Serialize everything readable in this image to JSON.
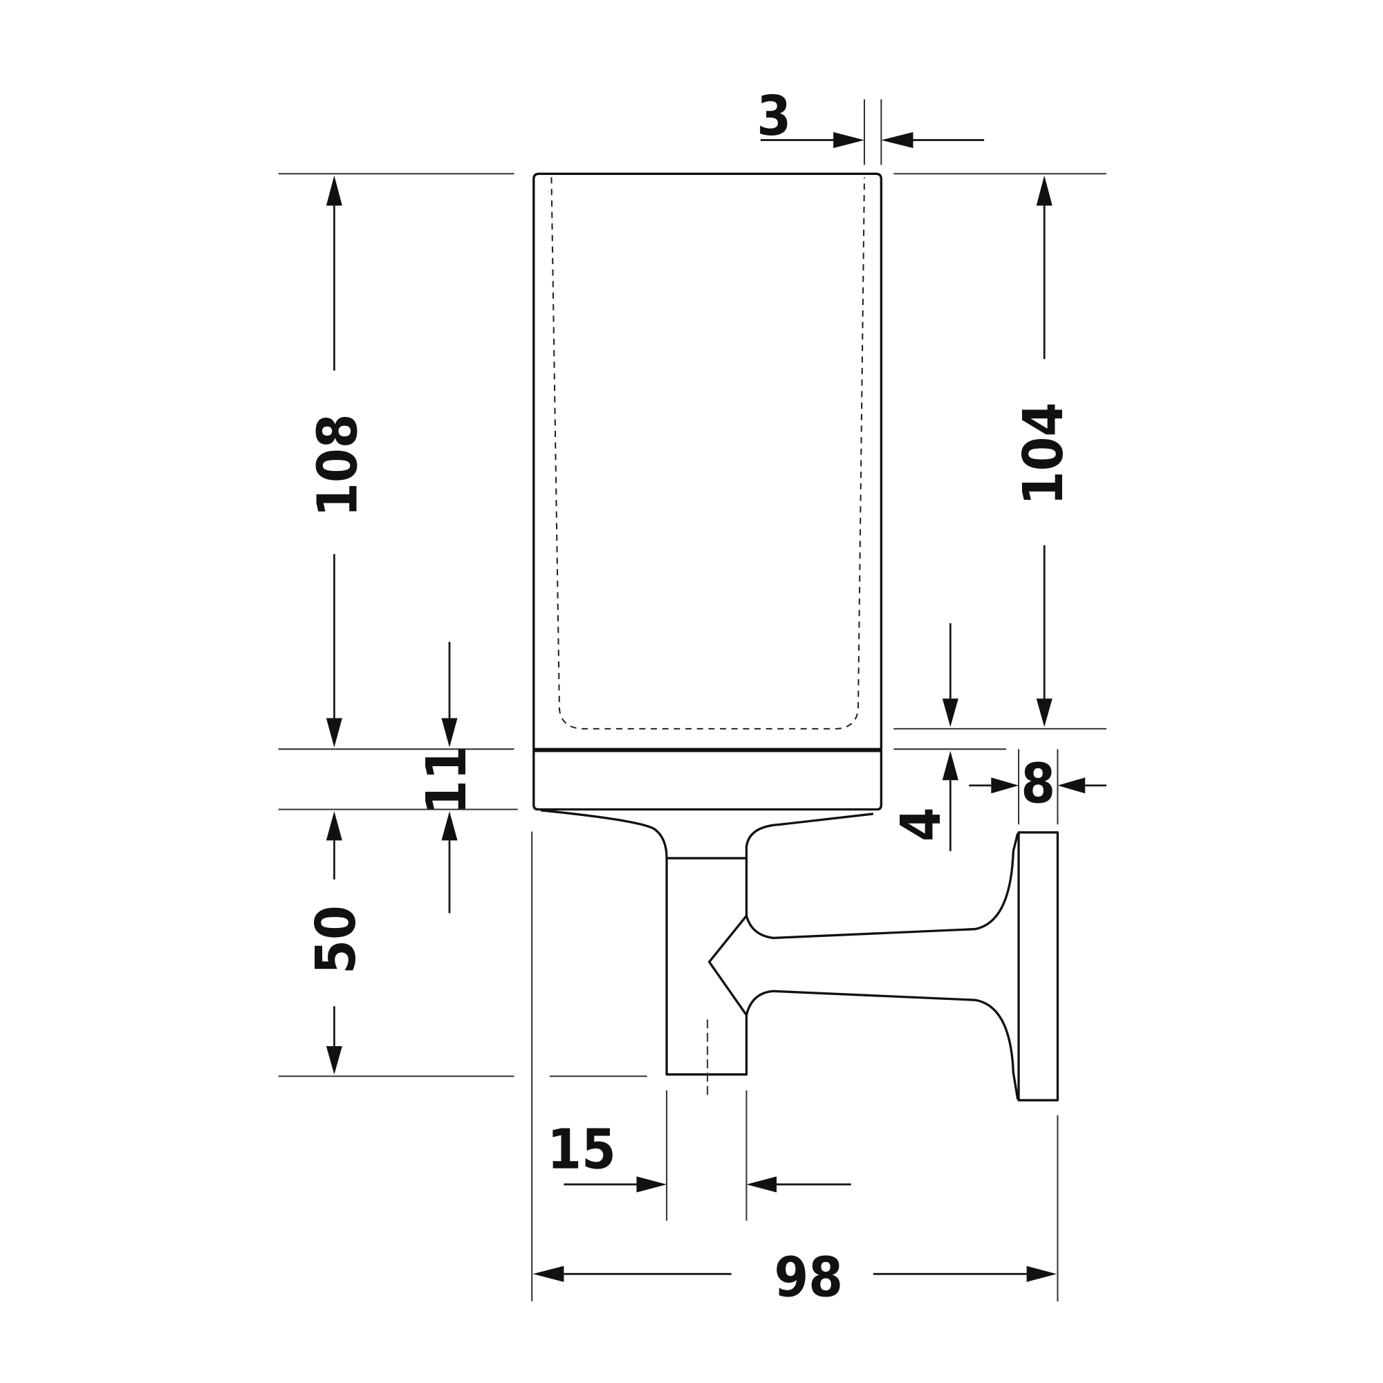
{
  "drawing": {
    "title": "Tumbler holder – side view dimension drawing",
    "units": "mm",
    "dimensions": {
      "glass_wall": "3",
      "total_height_glass": "108",
      "inner_height": "104",
      "base_ring_height": "11",
      "ring_offset": "4",
      "bracket_height": "50",
      "wall_plate_thickness": "8",
      "arm_width": "15",
      "total_depth": "98"
    }
  }
}
